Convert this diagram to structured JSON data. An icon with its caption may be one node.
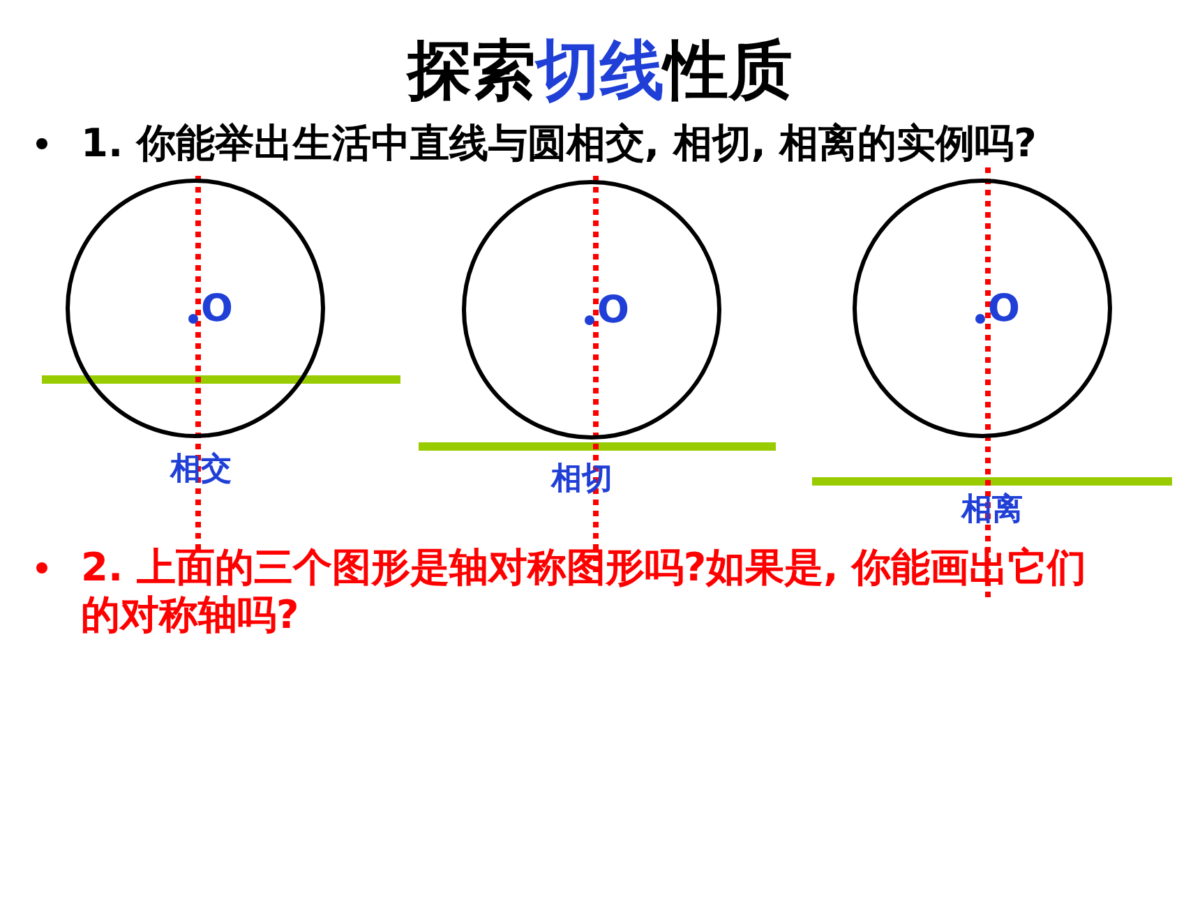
{
  "diagram": {
    "title": "探索**切线**性质",
    "nodes": [
      {
        "text": [
          "O"
        ],
        "beside": [
          "相交"
        ]
      },
      {
        "text": [
          "O"
        ],
        "beside": [
          "相切"
        ]
      },
      {
        "text": [
          "O"
        ],
        "beside": [
          "相离"
        ]
      }
    ],
    "labels": [
      "1. 你能举出生活中直线与圆相交, 相切, 相离的实例吗?",
      "2. 上面的三个图形是轴对称图形吗?如果是, 你能画出它们的对称轴吗?"
    ]
  }
}
